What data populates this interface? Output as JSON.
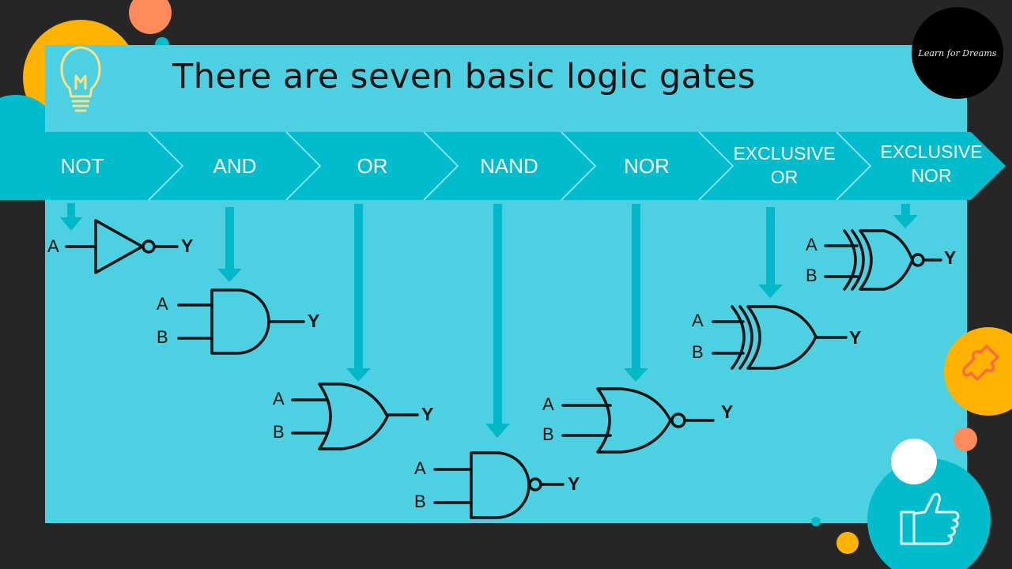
{
  "title": "There are seven basic logic gates",
  "logo_text": "Learn for Dreams",
  "colors": {
    "background": "#262626",
    "panel": "#4dd0e1",
    "band": "#00bccd",
    "arrow": "#00b8c8",
    "yellow": "#ffb300",
    "orange": "#ff7f50",
    "stroke": "#111111"
  },
  "icons": [
    "lightbulb-icon",
    "puzzle-icon",
    "thumbs-up-icon"
  ],
  "gates": [
    {
      "key": "not",
      "label_lines": [
        "NOT"
      ],
      "inputs": [
        "A"
      ],
      "output": "Y"
    },
    {
      "key": "and",
      "label_lines": [
        "AND"
      ],
      "inputs": [
        "A",
        "B"
      ],
      "output": "Y"
    },
    {
      "key": "or",
      "label_lines": [
        "OR"
      ],
      "inputs": [
        "A",
        "B"
      ],
      "output": "Y"
    },
    {
      "key": "nand",
      "label_lines": [
        "NAND"
      ],
      "inputs": [
        "A",
        "B"
      ],
      "output": "Y"
    },
    {
      "key": "nor",
      "label_lines": [
        "NOR"
      ],
      "inputs": [
        "A",
        "B"
      ],
      "output": "Y"
    },
    {
      "key": "xor",
      "label_lines": [
        "EXCLUSIVE",
        "OR"
      ],
      "inputs": [
        "A",
        "B"
      ],
      "output": "Y"
    },
    {
      "key": "xnor",
      "label_lines": [
        "EXCLUSIVE",
        "NOR"
      ],
      "inputs": [
        "A",
        "B"
      ],
      "output": "Y"
    }
  ]
}
